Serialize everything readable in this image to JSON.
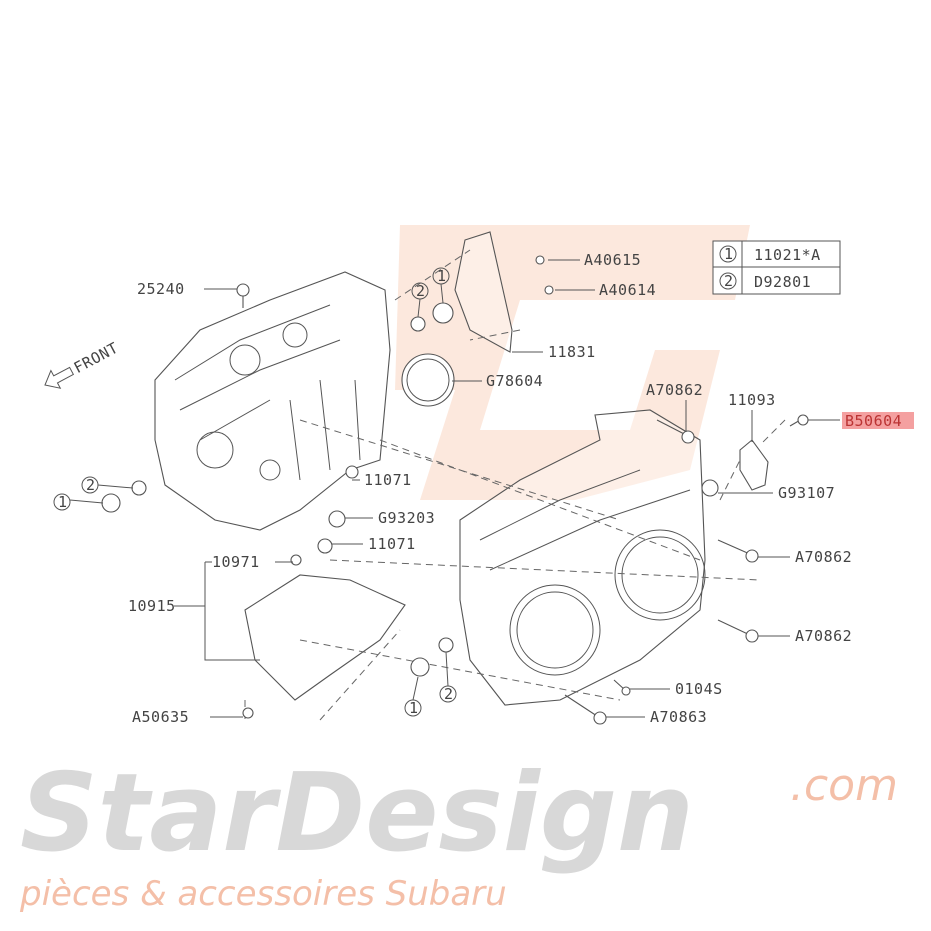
{
  "diagram": {
    "part_labels": {
      "sensor": "25240",
      "front": "FRONT",
      "bolt_a40615": "A40615",
      "bolt_a40614": "A40614",
      "cover": "11831",
      "oil_seal": "G78604",
      "bolt_a70862_top": "A70862",
      "plate": "11093",
      "bolt_b50604": "B50604",
      "oring_g93107": "G93107",
      "oring_11071_a": "11071",
      "oring_g93203": "G93203",
      "oring_11071_b": "11071",
      "clip": "10971",
      "baffle": "10915",
      "bolt_a50635": "A50635",
      "bolt_a70862_mid": "A70862",
      "bolt_a70862_low": "A70862",
      "plug_0104s": "0104S",
      "bolt_a70863": "A70863"
    },
    "callouts": {
      "one": "1",
      "two": "2"
    },
    "legend": [
      {
        "key": "1",
        "part": "11021*A"
      },
      {
        "key": "2",
        "part": "D92801"
      }
    ],
    "highlight_color": "#f08080",
    "watermark": {
      "brand": "StarDesign",
      "domain": ".com",
      "tagline": "pièces & accessoires Subaru"
    }
  }
}
